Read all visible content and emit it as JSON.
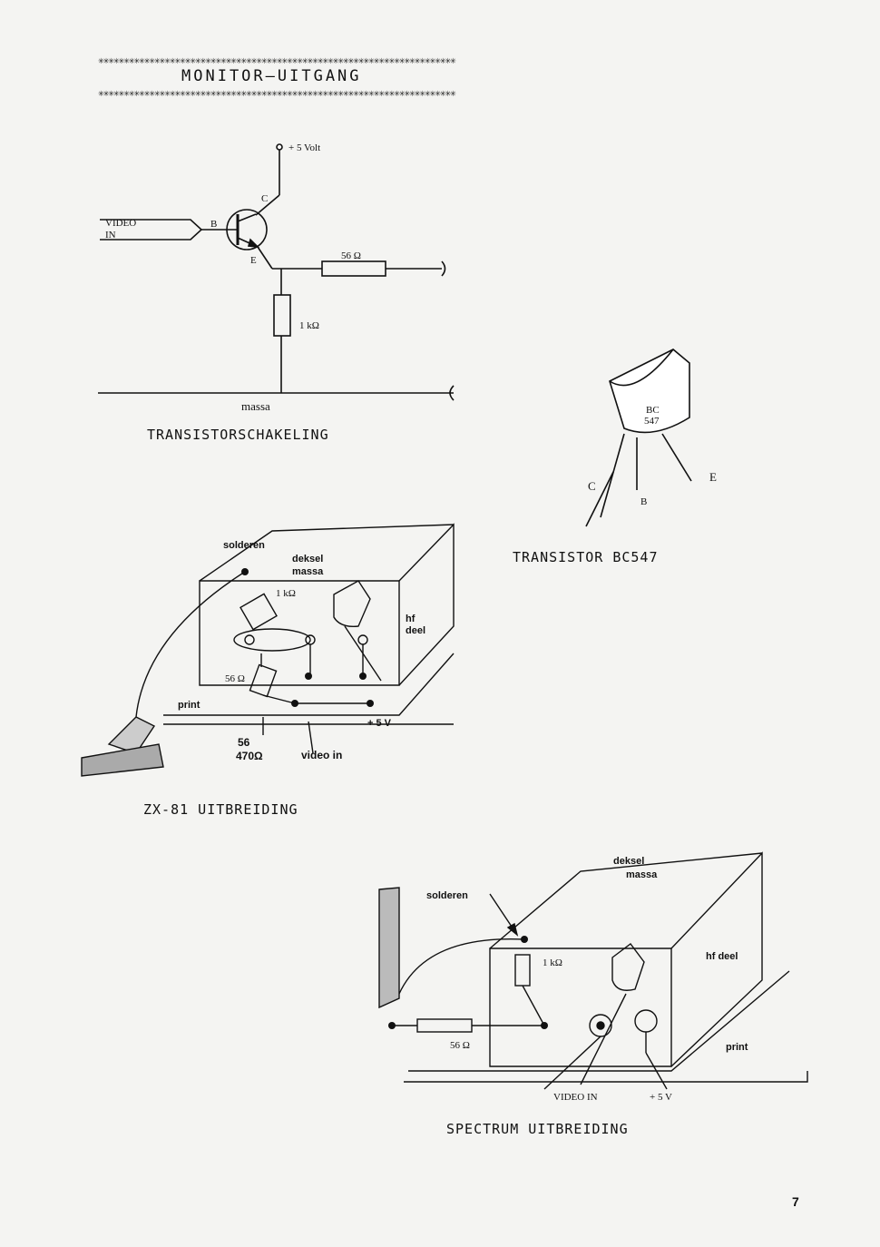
{
  "header": {
    "title": "MONITOR—UITGANG",
    "stars": "✳✳✳✳✳✳✳✳✳✳✳✳✳✳✳✳✳✳✳✳✳✳✳✳✳✳✳✳✳✳✳✳✳✳✳✳✳✳✳✳✳✳✳✳✳✳✳✳✳✳✳✳✳✳✳✳✳✳✳✳✳✳✳✳✳✳✳✳✳✳"
  },
  "transistor_circuit": {
    "caption": "TRANSISTORSCHAKELING",
    "supply": "+ 5 Volt",
    "video_in_1": "VIDEO",
    "video_in_2": "IN",
    "base": "B",
    "collector": "C",
    "emitter": "E",
    "r_series": "56 Ω",
    "r_ground": "1 kΩ",
    "ground": "massa"
  },
  "bc547": {
    "caption": "TRANSISTOR BC547",
    "marking_1": "BC",
    "marking_2": "547",
    "pin_c": "C",
    "pin_b": "B",
    "pin_e": "E"
  },
  "zx81": {
    "caption": "ZX-81 UITBREIDING",
    "solder": "solderen",
    "cover_1": "deksel",
    "cover_2": "massa",
    "r_1k": "1 kΩ",
    "hf_1": "hf",
    "hf_2": "deel",
    "r_56": "56 Ω",
    "print": "print",
    "plus5": "+ 5 V",
    "r_note_1": "56",
    "r_note_2": "470Ω",
    "video_in": "video in"
  },
  "spectrum": {
    "caption": "SPECTRUM UITBREIDING",
    "cover_1": "deksel",
    "cover_2": "massa",
    "solder": "solderen",
    "r_1k": "1 kΩ",
    "hf": "hf deel",
    "r_56": "56 Ω",
    "print": "print",
    "video_in": "VIDEO IN",
    "plus5": "+ 5 V"
  },
  "page_number": "7"
}
